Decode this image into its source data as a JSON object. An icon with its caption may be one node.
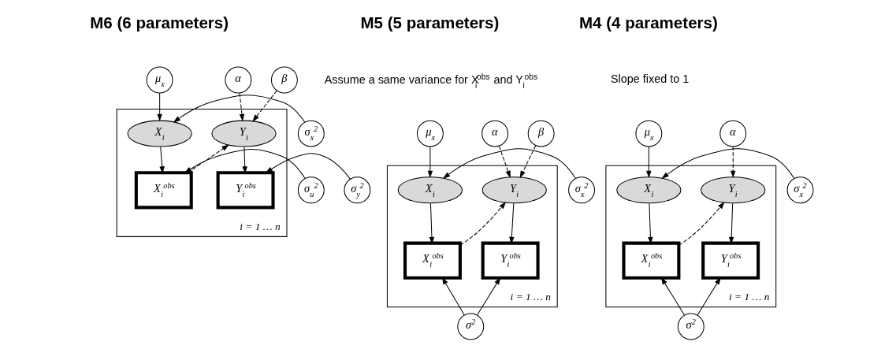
{
  "diagram": {
    "nodes": [
      {
        "text": [
          "i = 1 … n"
        ]
      },
      {
        "text": [
          "μ$_{x}$"
        ]
      },
      {
        "text": [
          "α"
        ]
      },
      {
        "text": [
          "β"
        ]
      },
      {
        "text": [
          "σ$_{x}$$^{2}$"
        ]
      },
      {
        "text": [
          "X$_{i}$"
        ],
        "in": 0
      },
      {
        "text": [
          "Y$_{i}$"
        ],
        "in": 0
      },
      {
        "text": [
          "σ$_{u}$$^{2}$"
        ]
      },
      {
        "text": [
          "X$_{i}$$^{obs}$"
        ],
        "in": 0
      },
      {
        "text": [
          "Y$_{i}$$^{obs}$"
        ],
        "in": 0
      },
      {
        "text": [
          "σ$_{y}$$^{2}$"
        ]
      },
      {
        "text": [
          "i = 1 … n"
        ]
      },
      {
        "text": [
          "μ$_{x}$"
        ]
      },
      {
        "text": [
          "α"
        ]
      },
      {
        "text": [
          "β"
        ]
      },
      {
        "text": [
          "σ$_{x}$$^{2}$"
        ]
      },
      {
        "text": [
          "X$_{i}$"
        ],
        "in": 11
      },
      {
        "text": [
          "Y$_{i}$"
        ],
        "in": 11
      },
      {
        "text": [
          "X$_{i}$$^{obs}$"
        ],
        "in": 11
      },
      {
        "text": [
          "Y$_{i}$$^{obs}$"
        ],
        "in": 11
      },
      {
        "text": [
          "σ$^{2}$"
        ]
      },
      {
        "text": [
          "i = 1 … n"
        ]
      },
      {
        "text": [
          "μ$_{x}$"
        ]
      },
      {
        "text": [
          "α"
        ]
      },
      {
        "text": [
          "σ$_{x}$$^{2}$"
        ]
      },
      {
        "text": [
          "X$_{i}$"
        ],
        "in": 21
      },
      {
        "text": [
          "Y$_{i}$"
        ],
        "in": 21
      },
      {
        "text": [
          "X$_{i}$$^{obs}$"
        ],
        "in": 21
      },
      {
        "text": [
          "Y$_{i}$$^{obs}$"
        ],
        "in": 21
      },
      {
        "text": [
          "σ$^{2}$"
        ]
      }
    ],
    "edges": [
      {
        "from": 1,
        "to": 5,
        "arrow": "to"
      },
      {
        "from": 2,
        "to": 6,
        "arrow": "to",
        "style": "dashed"
      },
      {
        "from": 3,
        "to": 6,
        "arrow": "to",
        "style": "dashed"
      },
      {
        "from": 4,
        "to": 5,
        "arrow": "to"
      },
      {
        "from": 5,
        "to": 8,
        "arrow": "to"
      },
      {
        "from": 7,
        "to": 8,
        "arrow": "to"
      },
      {
        "from": 8,
        "to": 6,
        "arrow": "to",
        "style": "dashed"
      },
      {
        "from": 6,
        "to": 9,
        "arrow": "to"
      },
      {
        "from": 10,
        "to": 9,
        "arrow": "to"
      },
      {
        "from": 12,
        "to": 16,
        "arrow": "to"
      },
      {
        "from": 13,
        "to": 17,
        "arrow": "to",
        "style": "dashed"
      },
      {
        "from": 14,
        "to": 17,
        "arrow": "to",
        "style": "dashed"
      },
      {
        "from": 15,
        "to": 16,
        "arrow": "to"
      },
      {
        "from": 16,
        "to": 18,
        "arrow": "to"
      },
      {
        "from": 18,
        "to": 17,
        "arrow": "to",
        "style": "dashed"
      },
      {
        "from": 17,
        "to": 19,
        "arrow": "to"
      },
      {
        "from": 20,
        "to": 18,
        "arrow": "to"
      },
      {
        "from": 20,
        "to": 19,
        "arrow": "to"
      },
      {
        "from": 22,
        "to": 25,
        "arrow": "to"
      },
      {
        "from": 23,
        "to": 26,
        "arrow": "to",
        "style": "dashed"
      },
      {
        "from": 24,
        "to": 25,
        "arrow": "to"
      },
      {
        "from": 25,
        "to": 27,
        "arrow": "to"
      },
      {
        "from": 27,
        "to": 26,
        "arrow": "to",
        "style": "dashed"
      },
      {
        "from": 26,
        "to": 28,
        "arrow": "to"
      },
      {
        "from": 29,
        "to": 27,
        "arrow": "to"
      },
      {
        "from": 29,
        "to": 28,
        "arrow": "to"
      }
    ],
    "labels": [
      "M6 (6 parameters)",
      "M5 (5 parameters)",
      "Assume a same variance for X$_{i}$$^{obs}$ and Y$_{i}$$^{obs}$",
      "M4 (4 parameters)",
      "Slope fixed to 1"
    ]
  }
}
